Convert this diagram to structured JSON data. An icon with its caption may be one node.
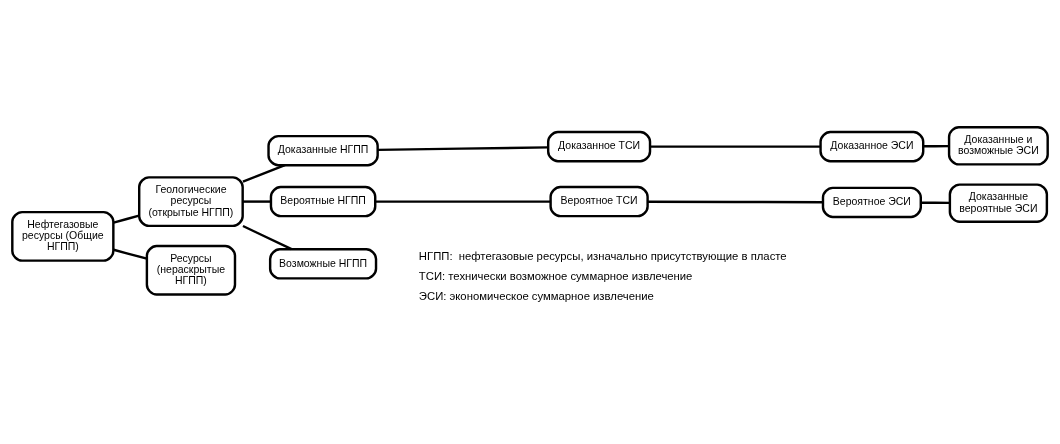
{
  "diagram": {
    "nodes": [
      {
        "text": [
          "Нефтегазовые ресурсы (Общие НГПП)"
        ]
      },
      {
        "text": [
          "Геологические ресурсы (открытые НГПП)"
        ]
      },
      {
        "text": [
          "Ресурсы (нераскрытые НГПП)"
        ]
      },
      {
        "text": [
          "Доказанные НГПП"
        ]
      },
      {
        "text": [
          "Вероятные НГПП"
        ]
      },
      {
        "text": [
          "Возможные НГПП"
        ]
      },
      {
        "text": [
          "Доказанное ТСИ"
        ]
      },
      {
        "text": [
          "Доказанное ЭСИ"
        ]
      },
      {
        "text": [
          "Доказанные и возможные ЭСИ"
        ]
      },
      {
        "text": [
          "Вероятное ТСИ"
        ]
      },
      {
        "text": [
          "Вероятное ЭСИ"
        ]
      },
      {
        "text": [
          "Доказанные вероятные ЭСИ"
        ]
      }
    ],
    "edges": [
      {
        "from": 0,
        "to": 1,
        "arrow": "none"
      },
      {
        "from": 0,
        "to": 2,
        "arrow": "none"
      },
      {
        "from": 1,
        "to": 3,
        "arrow": "none"
      },
      {
        "from": 1,
        "to": 4,
        "arrow": "none"
      },
      {
        "from": 1,
        "to": 5,
        "arrow": "none"
      },
      {
        "from": 3,
        "to": 6,
        "arrow": "none"
      },
      {
        "from": 6,
        "to": 7,
        "arrow": "none"
      },
      {
        "from": 7,
        "to": 8,
        "arrow": "none"
      },
      {
        "from": 4,
        "to": 9,
        "arrow": "none"
      },
      {
        "from": 9,
        "to": 10,
        "arrow": "none"
      },
      {
        "from": 10,
        "to": 11,
        "arrow": "none"
      }
    ],
    "labels": [
      "НГПП:  нефтегазовые ресурсы, изначально присутствующие в пласте",
      "ТСИ: технически возможное суммарное извлечение",
      "ЭСИ: экономическое суммарное извлечение"
    ]
  }
}
